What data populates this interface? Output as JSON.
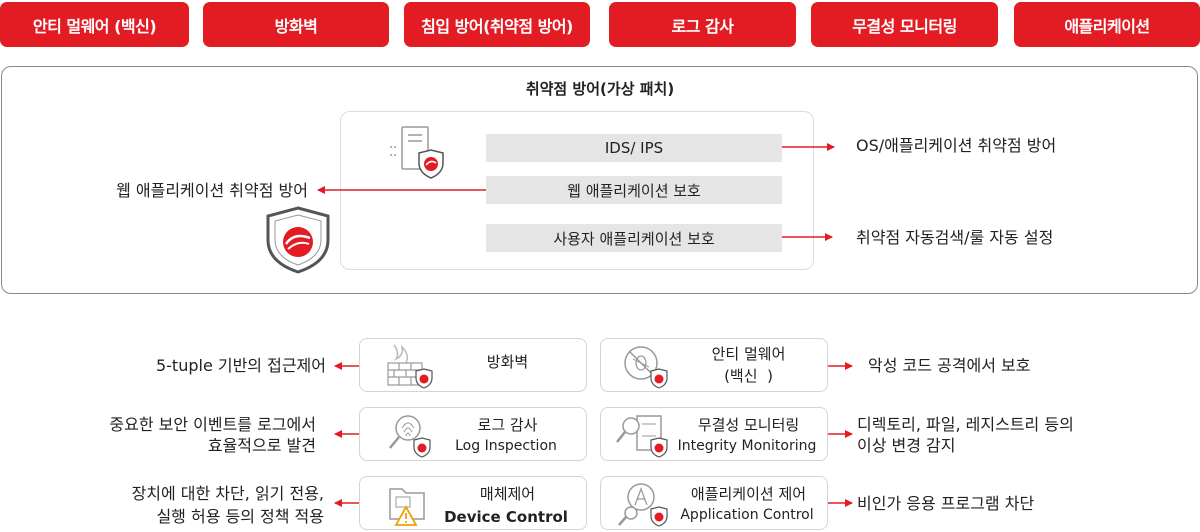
{
  "tabs": [
    {
      "label": "안티 멀웨어 (백신)"
    },
    {
      "label": "방화벽"
    },
    {
      "label": "침입 방어(취약점 방어)"
    },
    {
      "label": "로그 감사"
    },
    {
      "label": "무결성 모니터링"
    },
    {
      "label": "애플리케이션"
    }
  ],
  "vuln": {
    "title": "취약점 방어(가상 패치)",
    "bars": [
      "IDS/ IPS",
      "웹 애플리케이션 보호",
      "사용자 애플리케이션 보호"
    ],
    "right_labels": [
      "OS/애플리케이션 취약점 방어",
      "취약점 자동검색/룰 자동 설정"
    ],
    "left_label": "웹 애플리케이션 취약점 방어"
  },
  "features": {
    "firewall": {
      "title": "방화벽",
      "left_label": "5-tuple 기반의 접근제어"
    },
    "antimalware": {
      "title_line1": "안티 멀웨어",
      "title_line2": "(백신  )",
      "right_label": "악성 코드 공격에서 보호"
    },
    "log": {
      "title": "로그 감사",
      "subtitle": "Log Inspection",
      "left_label_line1": "중요한 보안 이벤트를 로그에서",
      "left_label_line2": "효율적으로 발견"
    },
    "integrity": {
      "title": "무결성 모니터링",
      "subtitle": "Integrity Monitoring",
      "right_label_line1": "디렉토리, 파일, 레지스트리 등의",
      "right_label_line2": "이상 변경 감지"
    },
    "device": {
      "title": "매체제어",
      "subtitle": "Device Control",
      "left_label_line1": "장치에 대한 차단, 읽기 전용,",
      "left_label_line2": "실행 허용 등의 정책 적용"
    },
    "appcontrol": {
      "title": "애플리케이션 제어",
      "subtitle": "Application Control",
      "right_label": "비인가 응용 프로그램 차단"
    }
  },
  "colors": {
    "accent": "#e31b23",
    "bar_gray": "#e5e5e5",
    "border_gray": "#8a8a8a"
  }
}
